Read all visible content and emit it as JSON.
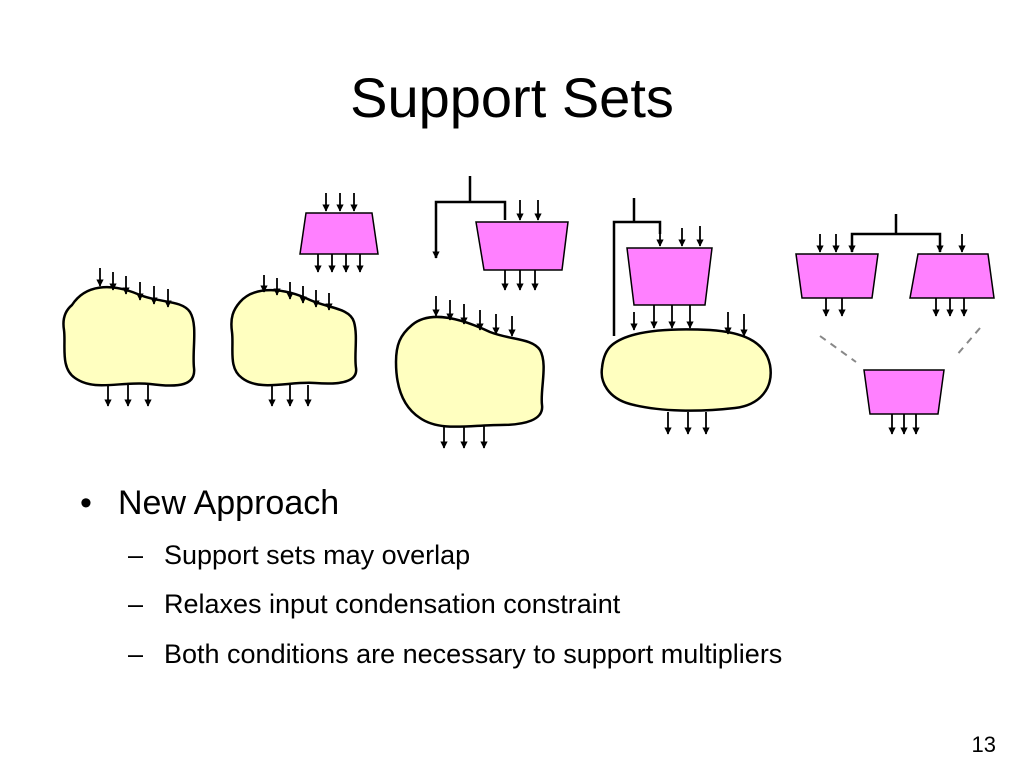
{
  "slide": {
    "title": "Support Sets",
    "bullets": [
      {
        "text": "New Approach",
        "sub": [
          "Support sets may overlap",
          "Relaxes input condensation constraint",
          "Both conditions are necessary to support multipliers"
        ]
      }
    ],
    "bullet_glyph": "•",
    "sub_glyph": "–",
    "page_number": "13"
  },
  "colors": {
    "blob_fill": "#ffffc0",
    "block_fill": "#ff80ff",
    "stroke": "#000000",
    "dashed": "#888888"
  }
}
